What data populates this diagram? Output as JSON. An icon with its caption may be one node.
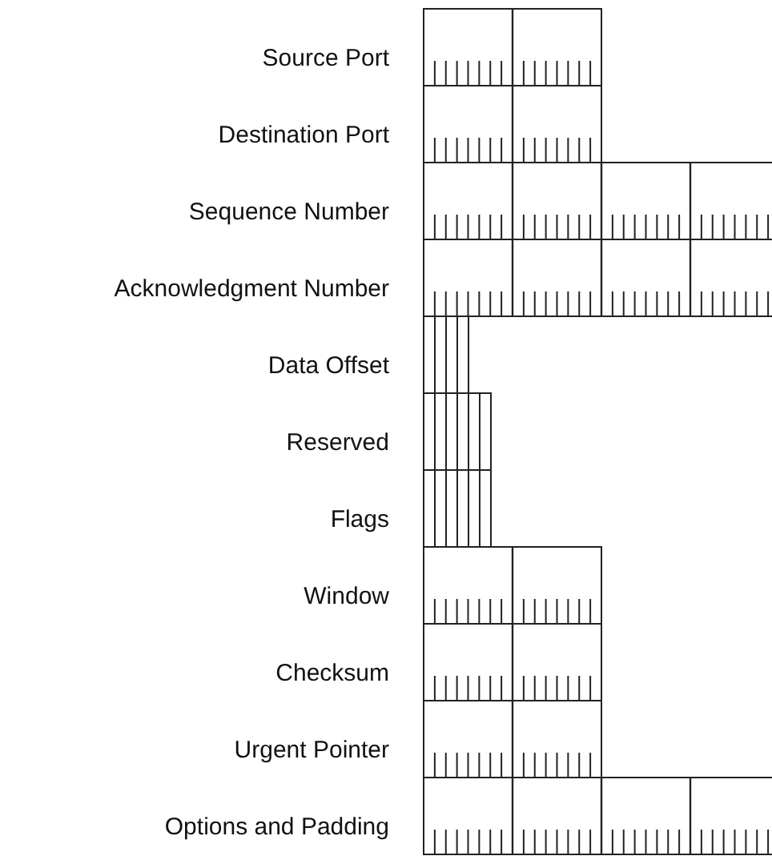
{
  "diagram": {
    "nodes": [
      {
        "text": [],
        "shape": "bar",
        "beside": [
          "Source Port"
        ]
      },
      {
        "text": [],
        "shape": "bar",
        "beside": [
          "Destination Port"
        ]
      },
      {
        "text": [],
        "shape": "bar",
        "beside": [
          "Sequence Number"
        ]
      },
      {
        "text": [],
        "shape": "bar",
        "beside": [
          "Acknowledgment Number"
        ]
      },
      {
        "text": [],
        "shape": "bar",
        "beside": [
          "Data Offset"
        ]
      },
      {
        "text": [],
        "shape": "bar",
        "beside": [
          "Reserved"
        ]
      },
      {
        "text": [],
        "shape": "bar",
        "beside": [
          "Flags"
        ]
      },
      {
        "text": [],
        "shape": "bar",
        "beside": [
          "Window"
        ]
      },
      {
        "text": [],
        "shape": "bar",
        "beside": [
          "Checksum"
        ]
      },
      {
        "text": [],
        "shape": "bar",
        "beside": [
          "Urgent Pointer"
        ]
      },
      {
        "text": [],
        "shape": "bar",
        "beside": [
          "Options and Padding"
        ]
      }
    ]
  }
}
